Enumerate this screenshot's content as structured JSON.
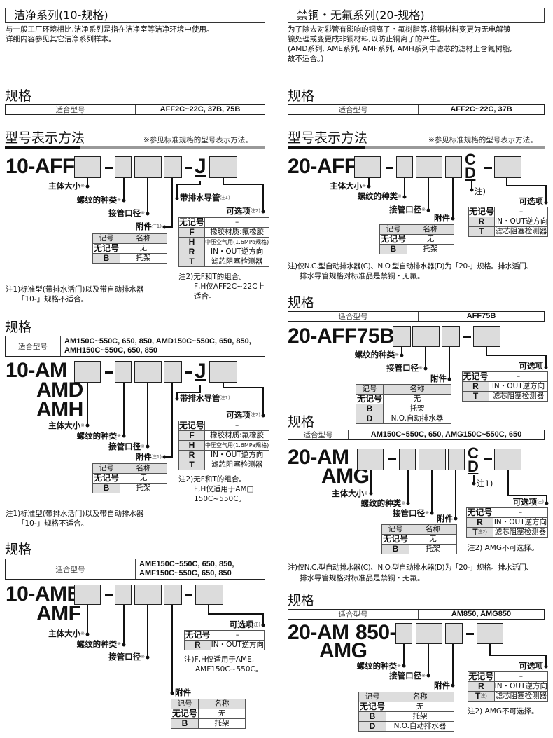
{
  "common": {
    "spec_heading": "规格",
    "model_label": "适合型号",
    "code_method": "型号表示方法",
    "code_note": "※参见标准规格的型号表示方法。",
    "size": "主体大小",
    "thread": "螺纹的种类",
    "port": "接管口径",
    "accessory": "附件",
    "option": "可选项",
    "drain": "带排水导管",
    "ast": "※",
    "n1": "注1)",
    "n2": "注2)",
    "n": "注)",
    "dash": "–",
    "sym": "记号",
    "name": "名称",
    "nosym": "无记号",
    "none": "无",
    "B": "B",
    "bracket": "托架",
    "D": "D",
    "no_drain": "N.O.自动排水器",
    "F": "F",
    "F_d": "橡胶材质:氟橡胶",
    "H": "H",
    "H_d": "中压空气用(1.6MPa规格)",
    "R": "R",
    "R_d": "IN・OUT逆方向",
    "T": "T",
    "T_d": "滤芯阻塞检测器",
    "C": "C",
    "J": "J",
    "hy": "-"
  },
  "left": {
    "title": "洁净系列(10-规格)",
    "desc": [
      "与一般工厂环境相比,洁净系列是指在洁净室等洁净环境中使用。",
      "详细内容参见其它洁净系列样本。"
    ],
    "s1": {
      "models": "AFF2C~22C, 37B, 75B",
      "code": "10-AFF",
      "note2": [
        "注2)无F和T的组合。",
        "F,H仅AFF2C~22C上",
        "适合。"
      ],
      "note1": [
        "注1)标准型(带排水活门)以及带自动排水器",
        "「10-」规格不适合。"
      ]
    },
    "s2": {
      "models": [
        "AM150C~550C, 650, 850, AMD150C~550C, 650, 850,",
        "AMH150C~550C, 650, 850"
      ],
      "code": [
        "10-AM",
        "AMD",
        "AMH"
      ],
      "note2": [
        "注2)无F和T的组合。",
        "F,H仅适用于AM□",
        "150C~550C。"
      ],
      "note1": [
        "注1)标准型(带排水活门)以及带自动排水器",
        "「10-」规格不适合。"
      ]
    },
    "s3": {
      "models": [
        "AME150C~550C, 650, 850,",
        "AMF150C~550C, 650, 850"
      ],
      "code": [
        "10-AME",
        "AMF"
      ],
      "note": [
        "注)F,H仅适用于AME,",
        "AMF150C~550C。"
      ]
    }
  },
  "right": {
    "title": "禁铜・无氟系列(20-规格)",
    "desc": [
      "为了除去对彩管有影响的铜离子・氟树脂等,将铜材料变更为无电解镀",
      "镍处理或变更成非铜材料,以防止铜离子的产生。",
      "(AMD系列, AME系列, AMF系列, AMH系列中滤芯的滤材上含氟树脂,",
      "故不适合。)"
    ],
    "s1": {
      "models": "AFF2C~22C, 37B",
      "code": "20-AFF",
      "note": [
        "注)仅N.C.型自动排水器(C)、N.O.型自动排水器(D)为「20-」规格。排水活门、",
        "排水导管规格对标准品是禁铜・无氟。"
      ]
    },
    "s2": {
      "models": "AFF75B",
      "code": "20-AFF75B-"
    },
    "s3": {
      "models": "AM150C~550C, 650, AMG150C~550C, 650",
      "code": [
        "20-AM",
        "AMG"
      ],
      "note2": "注2) AMG不可选择。",
      "note": [
        "注)仅N.C.型自动排水器(C)、N.O.型自动排水器(D)为「20-」规格。排水活门、",
        "排水导管规格对标准品是禁铜・无氟。"
      ]
    },
    "s4": {
      "models": "AM850, AMG850",
      "code": [
        "20-AM",
        "850-",
        "AMG"
      ],
      "note2": "注2) AMG不可选择。"
    }
  }
}
